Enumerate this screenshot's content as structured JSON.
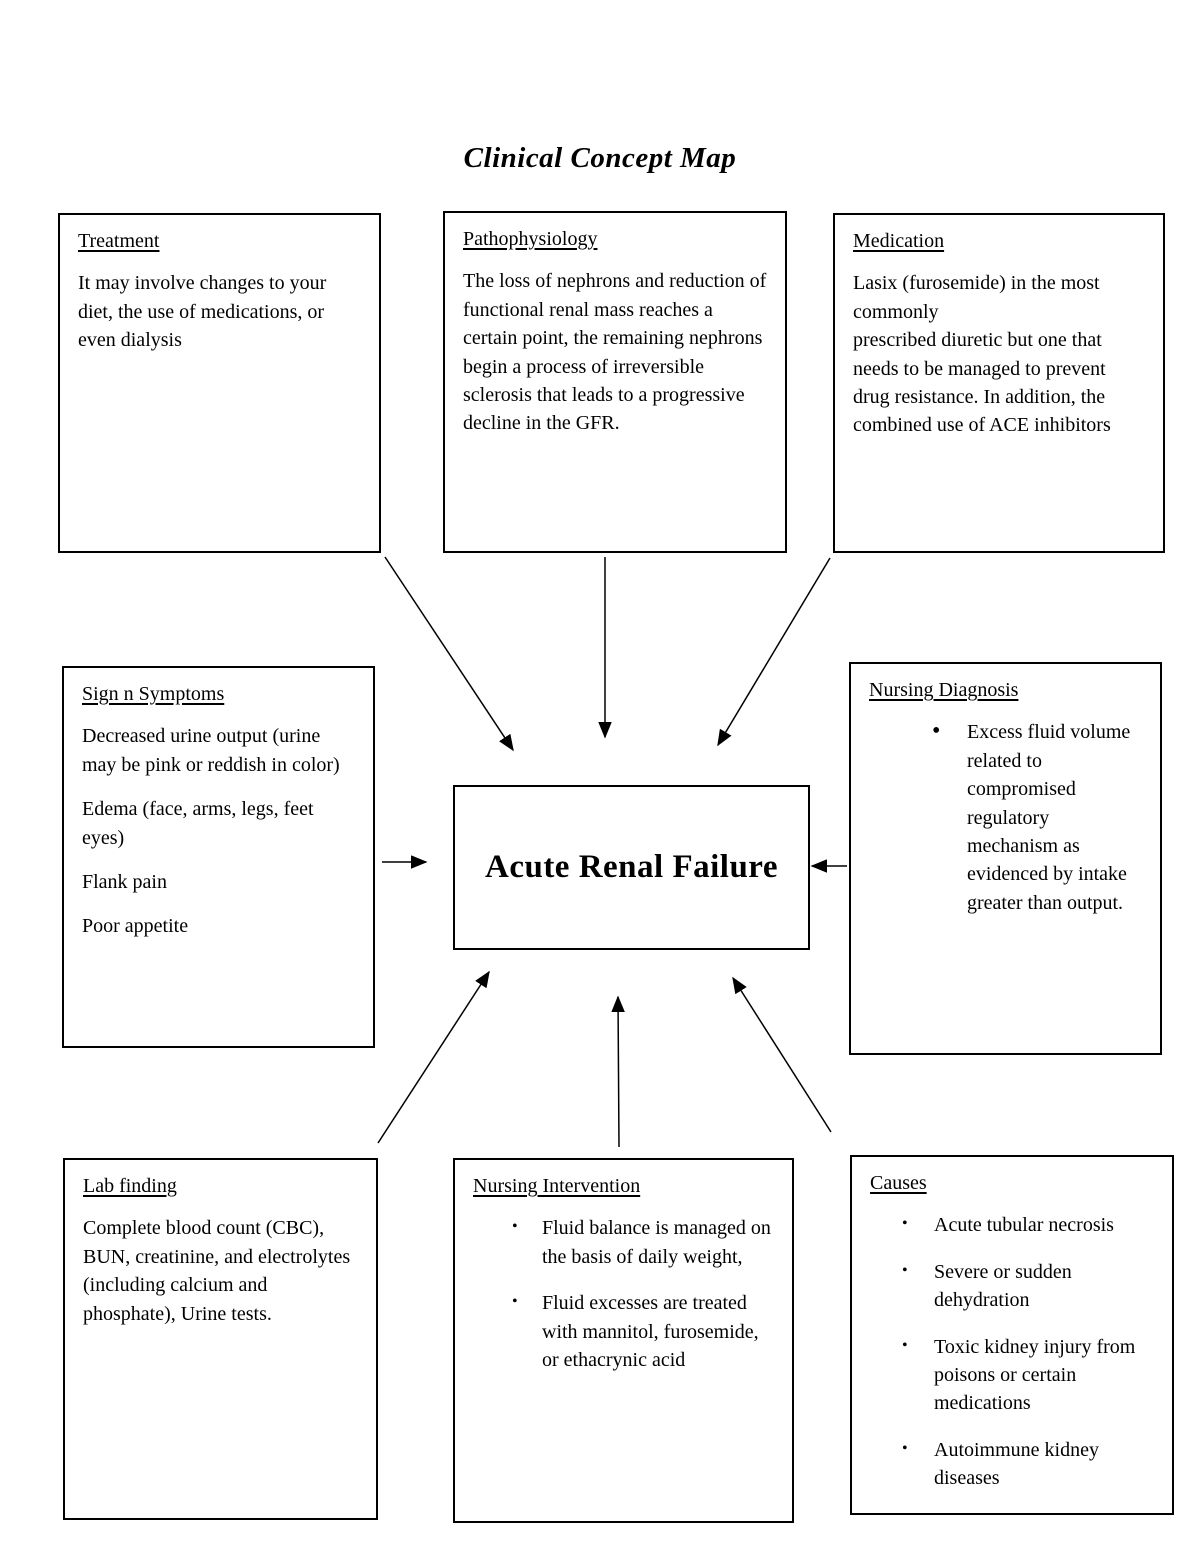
{
  "title": "Clinical Concept Map",
  "center": {
    "label": "Acute Renal Failure"
  },
  "boxes": {
    "treatment": {
      "heading": "Treatment",
      "paragraphs": [
        "It may involve changes to your diet, the use of medications, or even dialysis"
      ]
    },
    "pathophysiology": {
      "heading": "Pathophysiology",
      "paragraphs": [
        "The loss of nephrons and reduction of\nfunctional renal mass reaches a certain point, the remaining nephrons begin a process of irreversible sclerosis that leads to a progressive decline in the GFR."
      ]
    },
    "medication": {
      "heading": "Medication",
      "paragraphs": [
        "Lasix (furosemide) in the most commonly\nprescribed diuretic but one that needs to be managed to prevent drug resistance. In addition, the combined use of ACE inhibitors"
      ]
    },
    "signs": {
      "heading": "Sign n Symptoms",
      "paragraphs": [
        "Decreased urine output (urine may be pink or reddish in color)",
        "Edema (face, arms, legs, feet eyes)",
        "Flank pain",
        "Poor appetite"
      ]
    },
    "nursing_diagnosis": {
      "heading": "Nursing Diagnosis",
      "bullets": [
        "Excess fluid volume related to compromised regulatory mechanism as evidenced by intake greater than output."
      ]
    },
    "lab_finding": {
      "heading": "Lab finding",
      "paragraphs": [
        "Complete blood count (CBC), BUN, creatinine, and electrolytes (including calcium and phosphate), Urine tests."
      ]
    },
    "nursing_intervention": {
      "heading": "Nursing Intervention",
      "bullets": [
        "Fluid balance is managed on the basis of daily weight,",
        "Fluid excesses are treated with mannitol, furosemide, or ethacrynic acid"
      ]
    },
    "causes": {
      "heading": "Causes",
      "bullets": [
        "Acute tubular necrosis",
        "Severe or sudden dehydration",
        "Toxic kidney injury from poisons or certain medications",
        "Autoimmune kidney diseases"
      ]
    }
  },
  "colors": {
    "line": "#000000",
    "background": "#ffffff",
    "text": "#000000"
  }
}
